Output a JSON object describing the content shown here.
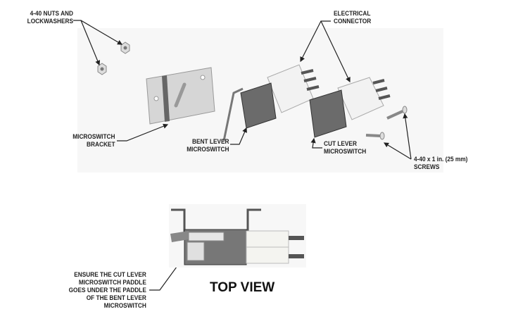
{
  "labels": {
    "nuts": [
      "4-40 NUTS AND",
      "LOCKWASHERS"
    ],
    "bracket": [
      "MICROSWITCH",
      "BRACKET"
    ],
    "connector": [
      "ELECTRICAL",
      "CONNECTOR"
    ],
    "bent_lever": [
      "BENT LEVER",
      "MICROSWITCH"
    ],
    "cut_lever": [
      "CUT LEVER",
      "MICROSWITCH"
    ],
    "screws": [
      "4-40 x 1 in. (25 mm)",
      "SCREWS"
    ],
    "note": [
      "ENSURE THE CUT LEVER",
      "MICROSWITCH PADDLE",
      "GOES UNDER THE PADDLE",
      "OF THE BENT LEVER",
      "MICROSWITCH"
    ],
    "top_view": "TOP VIEW"
  }
}
